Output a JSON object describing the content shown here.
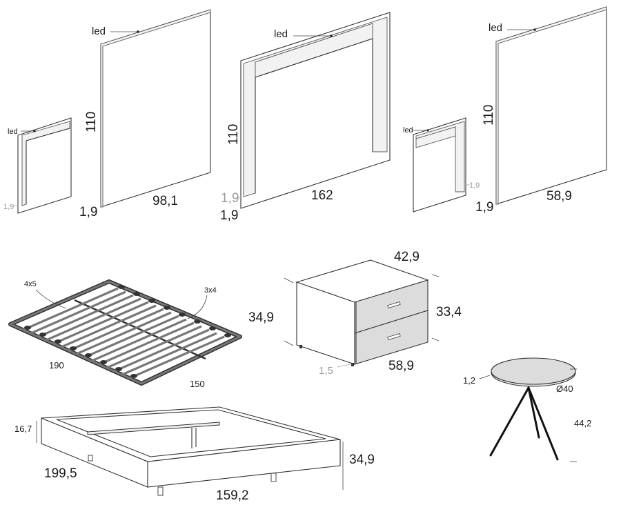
{
  "headboards": [
    {
      "id": "small-left",
      "led": "led",
      "depth": "1,9"
    },
    {
      "id": "tall-98",
      "led": "led",
      "height": "110",
      "depth": "1,9",
      "width": "98,1"
    },
    {
      "id": "wide-162",
      "led": "led",
      "height": "110",
      "depth": "1,9",
      "depth_gray": "1,9",
      "width": "162"
    },
    {
      "id": "small-right",
      "led": "led",
      "depth": "1,9"
    },
    {
      "id": "tall-58",
      "led": "led",
      "height": "110",
      "depth": "1,9",
      "width": "58,9"
    }
  ],
  "slat_base": {
    "leg_left": "4x5",
    "leg_right": "3x4",
    "length": "190",
    "width": "150"
  },
  "nightstand": {
    "depth": "42,9",
    "height": "34,9",
    "drawer_height": "33,4",
    "feet": "1,5",
    "width": "58,9"
  },
  "side_table": {
    "top_thickness": "1,2",
    "diameter": "Ø40",
    "height": "44,2"
  },
  "bed_frame": {
    "side_height": "16,7",
    "length": "199,5",
    "width": "159,2",
    "height": "34,9"
  }
}
